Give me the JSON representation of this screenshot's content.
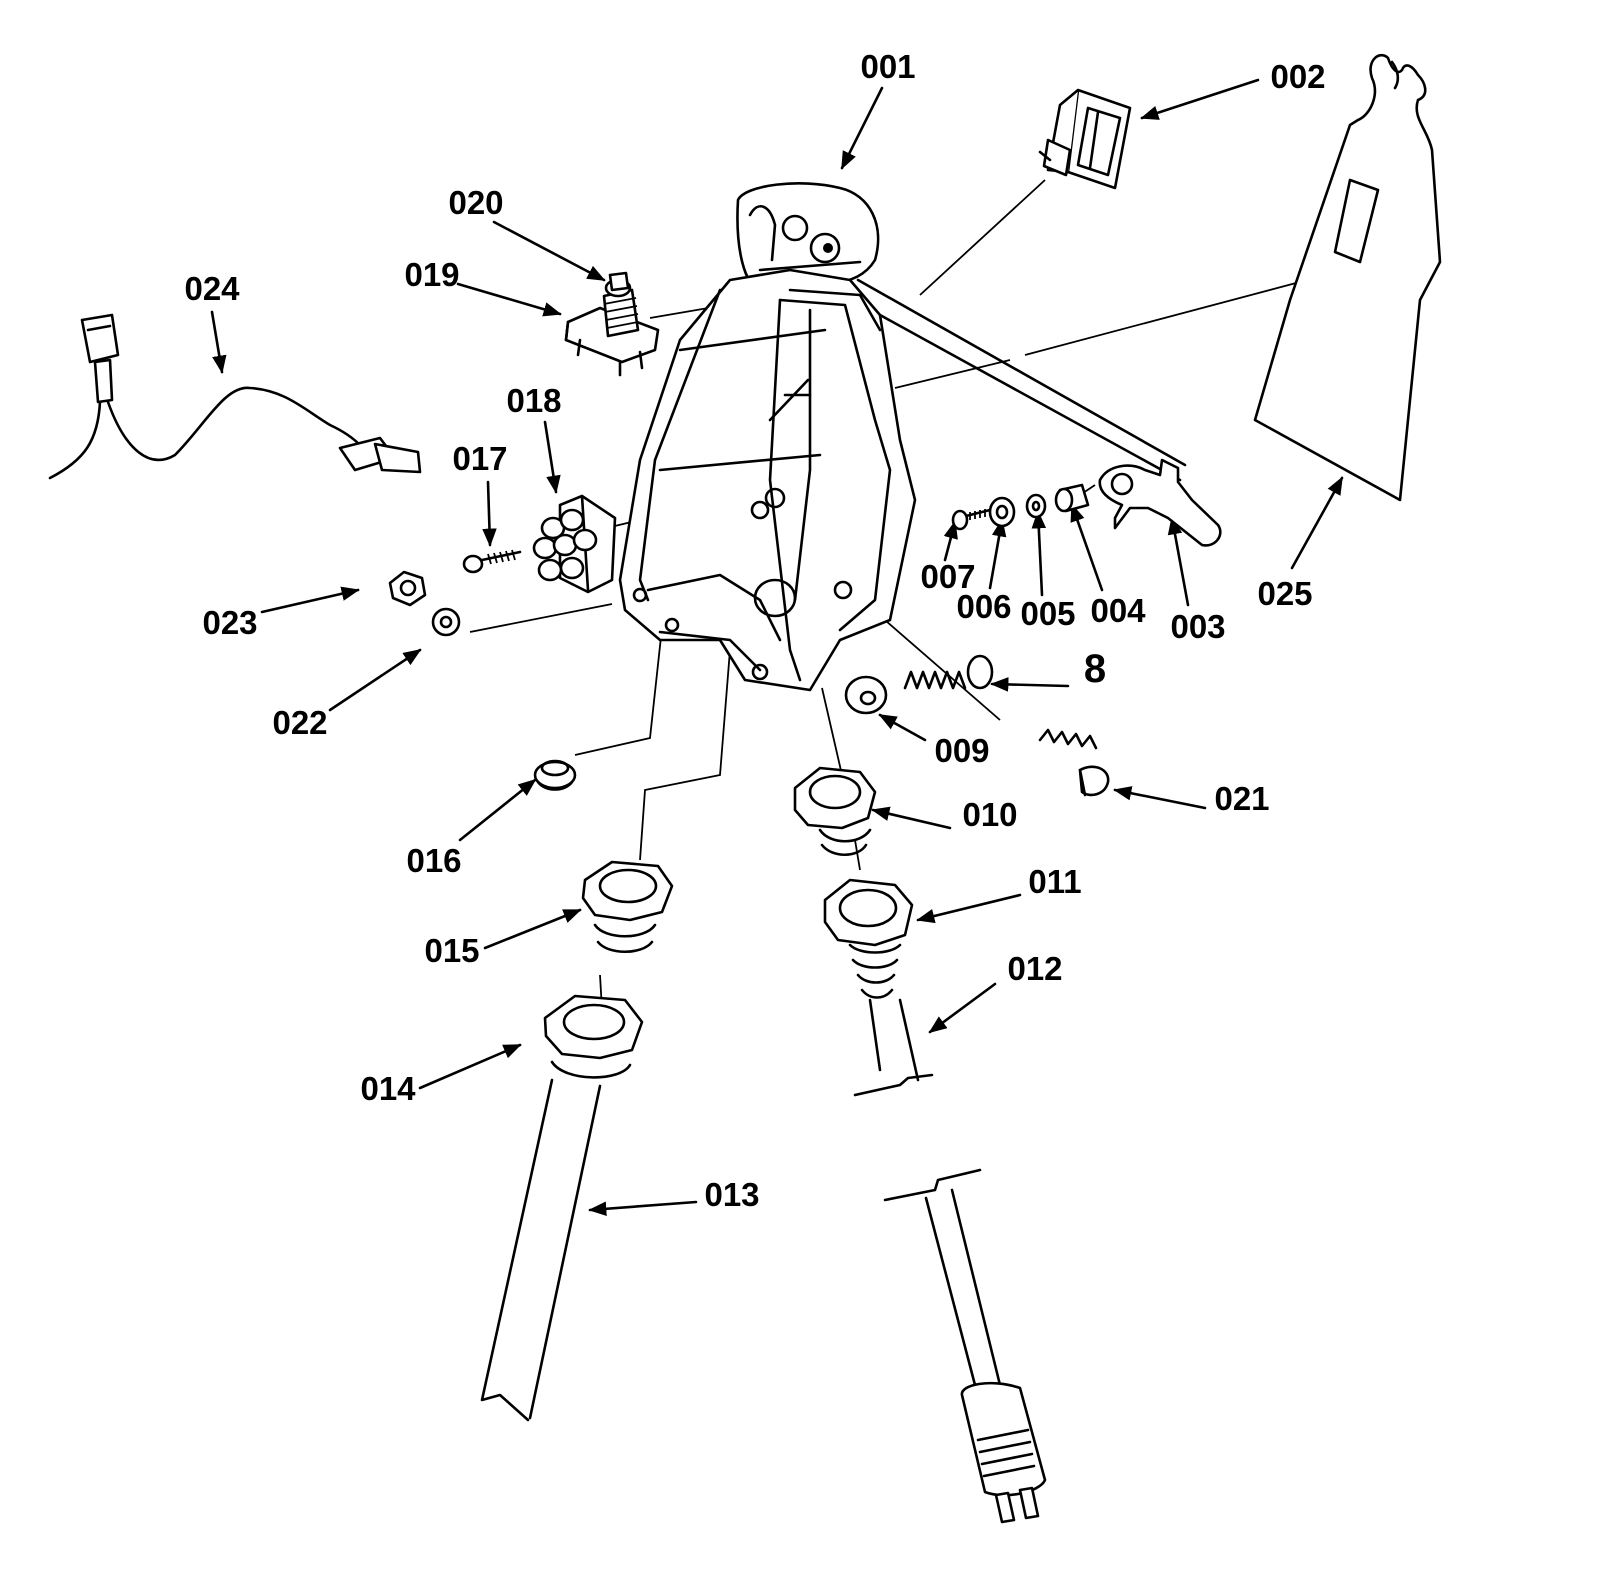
{
  "diagram": {
    "colors": {
      "line": "#000000",
      "background": "#ffffff"
    },
    "parts": [
      {
        "id": "p001",
        "label": "001",
        "name": "main housing"
      },
      {
        "id": "p002",
        "label": "002",
        "name": "rocker switch"
      },
      {
        "id": "p003",
        "label": "003",
        "name": "trigger lever"
      },
      {
        "id": "p004",
        "label": "004",
        "name": "bushing"
      },
      {
        "id": "p005",
        "label": "005",
        "name": "washer"
      },
      {
        "id": "p006",
        "label": "006",
        "name": "washer"
      },
      {
        "id": "p007",
        "label": "007",
        "name": "screw"
      },
      {
        "id": "p008",
        "label": "8",
        "name": "spring"
      },
      {
        "id": "p009",
        "label": "009",
        "name": "washer"
      },
      {
        "id": "p010",
        "label": "010",
        "name": "strain relief"
      },
      {
        "id": "p011",
        "label": "011",
        "name": "strain relief nut"
      },
      {
        "id": "p012",
        "label": "012",
        "name": "power cord"
      },
      {
        "id": "p013",
        "label": "013",
        "name": "hose"
      },
      {
        "id": "p014",
        "label": "014",
        "name": "hose fitting nut"
      },
      {
        "id": "p015",
        "label": "015",
        "name": "fitting"
      },
      {
        "id": "p016",
        "label": "016",
        "name": "grommet"
      },
      {
        "id": "p017",
        "label": "017",
        "name": "screw"
      },
      {
        "id": "p018",
        "label": "018",
        "name": "terminal block"
      },
      {
        "id": "p019",
        "label": "019",
        "name": "bracket"
      },
      {
        "id": "p020",
        "label": "020",
        "name": "push button"
      },
      {
        "id": "p021",
        "label": "021",
        "name": "screw"
      },
      {
        "id": "p022",
        "label": "022",
        "name": "washer"
      },
      {
        "id": "p023",
        "label": "023",
        "name": "nut"
      },
      {
        "id": "p024",
        "label": "024",
        "name": "wire harness"
      },
      {
        "id": "p025",
        "label": "025",
        "name": "label plate"
      }
    ]
  }
}
